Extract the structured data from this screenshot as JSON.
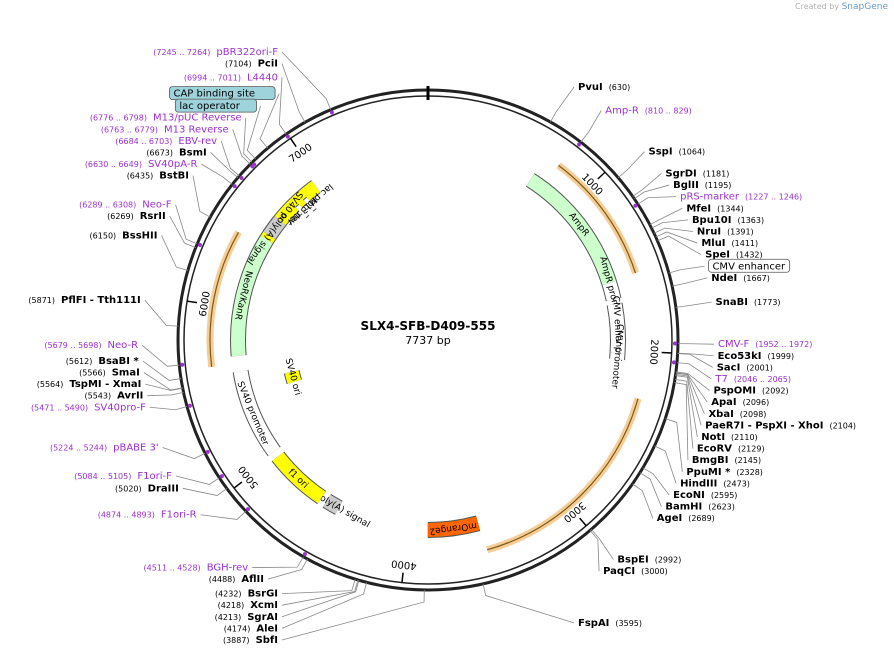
{
  "credit": {
    "prefix": "Created by",
    "brand": "SnapGene"
  },
  "plasmid": {
    "name": "SLX4-SFB-D409-555",
    "length_label": "7737 bp",
    "length": 7737
  },
  "ticks": [
    {
      "pos": 1000,
      "label": "1000"
    },
    {
      "pos": 2000,
      "label": "2000"
    },
    {
      "pos": 3000,
      "label": "3000"
    },
    {
      "pos": 4000,
      "label": "4000"
    },
    {
      "pos": 5000,
      "label": "5000"
    },
    {
      "pos": 6000,
      "label": "6000"
    },
    {
      "pos": 7000,
      "label": "7000"
    }
  ],
  "features": [
    {
      "name": "ori",
      "start": 6960,
      "end": 6360,
      "color": "#ffff00",
      "label": "ori"
    },
    {
      "name": "ampr",
      "start": 700,
      "end": 1560,
      "color": "#ccffcc",
      "label": "AmpR"
    },
    {
      "name": "ampr-promoter",
      "start": 1560,
      "end": 1670,
      "color": "#ffffff",
      "label": "AmpR promoter"
    },
    {
      "name": "cmv-enhancer",
      "start": 1700,
      "end": 2020,
      "color": "#ffffff",
      "label": "CMV enhancer"
    },
    {
      "name": "cmv-promoter",
      "start": 2020,
      "end": 2060,
      "color": "#ffffff",
      "label": "CMV promoter"
    },
    {
      "name": "morange2",
      "start": 3870,
      "end": 3540,
      "color": "#ff6600",
      "label": "mOrange2"
    },
    {
      "name": "bgh-polya",
      "start": 4470,
      "end": 4560,
      "color": "#cccccc",
      "label": "bGH poly(A) signal"
    },
    {
      "name": "f1-ori",
      "start": 4990,
      "end": 4600,
      "color": "#ffff00",
      "label": "f1 ori"
    },
    {
      "name": "sv40-promoter",
      "start": 5600,
      "end": 5030,
      "color": "#ffffff",
      "label": "SV40 promoter"
    },
    {
      "name": "sv40-ori",
      "start": 5430,
      "end": 5520,
      "color": "#ffff00",
      "label": "SV40 ori"
    },
    {
      "name": "neor-kanr",
      "start": 6490,
      "end": 5700,
      "color": "#ccffcc",
      "label": "NeoR/KanR"
    },
    {
      "name": "sv40-polya",
      "start": 6520,
      "end": 6640,
      "color": "#cccccc",
      "label": "SV40 poly(A) signal"
    },
    {
      "name": "lac-promoter",
      "start": 6840,
      "end": 6870,
      "color": "#ffffff",
      "label": "lac promoter"
    },
    {
      "name": "m13-rev",
      "start": 6770,
      "end": 6800,
      "color": "#ffffff",
      "label": "M13 rev"
    }
  ],
  "orf_arcs": [
    {
      "start": 790,
      "end": 1550
    },
    {
      "start": 2270,
      "end": 3530
    },
    {
      "start": 5650,
      "end": 6440
    }
  ],
  "sites": [
    {
      "pos": 630,
      "label": "PvuI",
      "coord": "(630)",
      "kind": "enzyme"
    },
    {
      "pos": 810,
      "label": "Amp-R",
      "coord": "(810 .. 829)",
      "kind": "primer"
    },
    {
      "pos": 1064,
      "label": "SspI",
      "coord": "(1064)",
      "kind": "enzyme"
    },
    {
      "pos": 1181,
      "label": "SgrDI",
      "coord": "(1181)",
      "kind": "enzyme"
    },
    {
      "pos": 1195,
      "label": "BglII",
      "coord": "(1195)",
      "kind": "enzyme"
    },
    {
      "pos": 1227,
      "label": "pRS-marker",
      "coord": "(1227 .. 1246)",
      "kind": "primer"
    },
    {
      "pos": 1344,
      "label": "MfeI",
      "coord": "(1344)",
      "kind": "enzyme"
    },
    {
      "pos": 1363,
      "label": "Bpu10I",
      "coord": "(1363)",
      "kind": "enzyme"
    },
    {
      "pos": 1391,
      "label": "NruI",
      "coord": "(1391)",
      "kind": "enzyme"
    },
    {
      "pos": 1411,
      "label": "MluI",
      "coord": "(1411)",
      "kind": "enzyme"
    },
    {
      "pos": 1432,
      "label": "SpeI",
      "coord": "(1432)",
      "kind": "enzyme"
    },
    {
      "pos": 1600,
      "label": "CMV enhancer",
      "coord": "",
      "kind": "box"
    },
    {
      "pos": 1667,
      "label": "NdeI",
      "coord": "(1667)",
      "kind": "enzyme"
    },
    {
      "pos": 1773,
      "label": "SnaBI",
      "coord": "(1773)",
      "kind": "enzyme"
    },
    {
      "pos": 1952,
      "label": "CMV-F",
      "coord": "(1952 .. 1972)",
      "kind": "primer"
    },
    {
      "pos": 1999,
      "label": "Eco53kI",
      "coord": "(1999)",
      "kind": "enzyme"
    },
    {
      "pos": 2001,
      "label": "SacI",
      "coord": "(2001)",
      "kind": "enzyme"
    },
    {
      "pos": 2046,
      "label": "T7",
      "coord": "(2046 .. 2065)",
      "kind": "primer"
    },
    {
      "pos": 2092,
      "label": "PspOMI",
      "coord": "(2092)",
      "kind": "enzyme"
    },
    {
      "pos": 2096,
      "label": "ApaI",
      "coord": "(2096)",
      "kind": "enzyme"
    },
    {
      "pos": 2098,
      "label": "XbaI",
      "coord": "(2098)",
      "kind": "enzyme"
    },
    {
      "pos": 2104,
      "label": "PaeR7I  - PspXI  - XhoI",
      "coord": "(2104)",
      "kind": "enzyme"
    },
    {
      "pos": 2110,
      "label": "NotI",
      "coord": "(2110)",
      "kind": "enzyme"
    },
    {
      "pos": 2129,
      "label": "EcoRV",
      "coord": "(2129)",
      "kind": "enzyme"
    },
    {
      "pos": 2145,
      "label": "BmgBI",
      "coord": "(2145)",
      "kind": "enzyme"
    },
    {
      "pos": 2328,
      "label": "PpuMI *",
      "coord": "(2328)",
      "kind": "enzyme"
    },
    {
      "pos": 2473,
      "label": "HindIII",
      "coord": "(2473)",
      "kind": "enzyme"
    },
    {
      "pos": 2595,
      "label": "EcoNI",
      "coord": "(2595)",
      "kind": "enzyme"
    },
    {
      "pos": 2623,
      "label": "BamHI",
      "coord": "(2623)",
      "kind": "enzyme"
    },
    {
      "pos": 2689,
      "label": "AgeI",
      "coord": "(2689)",
      "kind": "enzyme"
    },
    {
      "pos": 2992,
      "label": "BspEI",
      "coord": "(2992)",
      "kind": "enzyme"
    },
    {
      "pos": 3000,
      "label": "PaqCI",
      "coord": "(3000)",
      "kind": "enzyme"
    },
    {
      "pos": 3595,
      "label": "FspAI",
      "coord": "(3595)",
      "kind": "enzyme"
    },
    {
      "pos": 3887,
      "label": "SbfI",
      "coord": "(3887)",
      "kind": "enzyme"
    },
    {
      "pos": 4174,
      "label": "AleI",
      "coord": "(4174)",
      "kind": "enzyme"
    },
    {
      "pos": 4213,
      "label": "SgrAI",
      "coord": "(4213)",
      "kind": "enzyme"
    },
    {
      "pos": 4218,
      "label": "XcmI",
      "coord": "(4218)",
      "kind": "enzyme"
    },
    {
      "pos": 4232,
      "label": "BsrGI",
      "coord": "(4232)",
      "kind": "enzyme"
    },
    {
      "pos": 4488,
      "label": "AflII",
      "coord": "(4488)",
      "kind": "enzyme"
    },
    {
      "pos": 4511,
      "label": "BGH-rev",
      "coord": "(4511 .. 4528)",
      "kind": "primer"
    },
    {
      "pos": 4874,
      "label": "F1ori-R",
      "coord": "(4874 .. 4893)",
      "kind": "primer"
    },
    {
      "pos": 5020,
      "label": "DraIII",
      "coord": "(5020)",
      "kind": "enzyme"
    },
    {
      "pos": 5084,
      "label": "F1ori-F",
      "coord": "(5084 .. 5105)",
      "kind": "primer"
    },
    {
      "pos": 5224,
      "label": "pBABE 3'",
      "coord": "(5224 .. 5244)",
      "kind": "primer"
    },
    {
      "pos": 5471,
      "label": "SV40pro-F",
      "coord": "(5471 .. 5490)",
      "kind": "primer"
    },
    {
      "pos": 5543,
      "label": "AvrII",
      "coord": "(5543)",
      "kind": "enzyme"
    },
    {
      "pos": 5564,
      "label": "TspMI  - XmaI",
      "coord": "(5564)",
      "kind": "enzyme"
    },
    {
      "pos": 5566,
      "label": "SmaI",
      "coord": "(5566)",
      "kind": "enzyme"
    },
    {
      "pos": 5612,
      "label": "BsaBI *",
      "coord": "(5612)",
      "kind": "enzyme"
    },
    {
      "pos": 5679,
      "label": "Neo-R",
      "coord": "(5679 .. 5698)",
      "kind": "primer"
    },
    {
      "pos": 5871,
      "label": "PflFI  - Tth111I",
      "coord": "(5871)",
      "kind": "enzyme"
    },
    {
      "pos": 6150,
      "label": "BssHII",
      "coord": "(6150)",
      "kind": "enzyme"
    },
    {
      "pos": 6269,
      "label": "RsrII",
      "coord": "(6269)",
      "kind": "enzyme"
    },
    {
      "pos": 6289,
      "label": "Neo-F",
      "coord": "(6289 .. 6308)",
      "kind": "primer"
    },
    {
      "pos": 6435,
      "label": "BstBI",
      "coord": "(6435)",
      "kind": "enzyme"
    },
    {
      "pos": 6630,
      "label": "SV40pA-R",
      "coord": "(6630 .. 6649)",
      "kind": "primer"
    },
    {
      "pos": 6673,
      "label": "BsmI",
      "coord": "(6673)",
      "kind": "enzyme"
    },
    {
      "pos": 6684,
      "label": "EBV-rev",
      "coord": "(6684 .. 6703)",
      "kind": "primer"
    },
    {
      "pos": 6763,
      "label": "M13 Reverse",
      "coord": "(6763 .. 6779)",
      "kind": "primer"
    },
    {
      "pos": 6800,
      "label": "lac operator",
      "coord": "",
      "kind": "box"
    },
    {
      "pos": 6776,
      "label": "M13/pUC Reverse",
      "coord": "(6776 .. 6798)",
      "kind": "primer"
    },
    {
      "pos": 6880,
      "label": "CAP binding site",
      "coord": "",
      "kind": "box"
    },
    {
      "pos": 6994,
      "label": "L4440",
      "coord": "(6994 .. 7011)",
      "kind": "primer"
    },
    {
      "pos": 7104,
      "label": "PciI",
      "coord": "(7104)",
      "kind": "enzyme"
    },
    {
      "pos": 7245,
      "label": "pBR322ori-F",
      "coord": "(7245 .. 7264)",
      "kind": "primer"
    }
  ]
}
